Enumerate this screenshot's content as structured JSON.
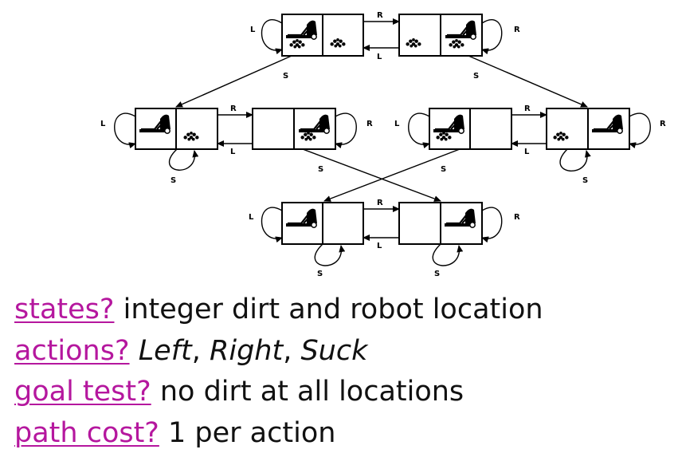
{
  "diagram": {
    "labels": {
      "left": "L",
      "right": "R",
      "suck": "S"
    },
    "icons": {
      "robot": "vacuum-robot-icon",
      "dirt": "dirt-pile-icon"
    },
    "states": [
      {
        "id": "top-left",
        "robot": "A",
        "dirt_A": true,
        "dirt_B": true
      },
      {
        "id": "top-right",
        "robot": "B",
        "dirt_A": true,
        "dirt_B": true
      },
      {
        "id": "mid-1",
        "robot": "A",
        "dirt_A": false,
        "dirt_B": true
      },
      {
        "id": "mid-2",
        "robot": "B",
        "dirt_A": false,
        "dirt_B": true
      },
      {
        "id": "mid-3",
        "robot": "A",
        "dirt_A": true,
        "dirt_B": false
      },
      {
        "id": "mid-4",
        "robot": "B",
        "dirt_A": true,
        "dirt_B": false
      },
      {
        "id": "bottom-left",
        "robot": "A",
        "dirt_A": false,
        "dirt_B": false
      },
      {
        "id": "bottom-right",
        "robot": "B",
        "dirt_A": false,
        "dirt_B": false
      }
    ]
  },
  "bullets": [
    {
      "term": "states?",
      "text": " integer dirt and robot location"
    },
    {
      "term": "actions?",
      "text_parts": [
        " ",
        "Left",
        ", ",
        "Right",
        ", ",
        "Suck"
      ]
    },
    {
      "term": "goal test?",
      "text": " no dirt at all locations"
    },
    {
      "term": "path cost?",
      "text": " 1 per action"
    }
  ],
  "colors": {
    "term": "#b5179e",
    "text": "#111111"
  }
}
